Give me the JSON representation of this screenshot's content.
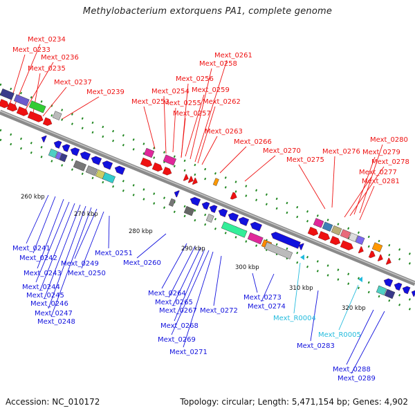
{
  "title": "Methylobacterium extorquens PA1, complete genome",
  "footer": {
    "accession": "Accession: NC_010172",
    "topology": "Topology: circular; Length: 5,471,154 bp; Genes: 4,902"
  },
  "colors": {
    "forward": "#ee1111",
    "reverse": "#1111dd",
    "rna": "#22bbdd",
    "backbone": "#888888",
    "ticks": "#228822"
  },
  "scale_labels": [
    "260 kbp",
    "270 kbp",
    "280 kbp",
    "290 kbp",
    "300 kbp",
    "310 kbp",
    "320 kbp"
  ],
  "top_labels": [
    "Mext_0234",
    "Mext_0233",
    "Mext_0236",
    "Mext_0235",
    "Mext_0237",
    "Mext_0239",
    "Mext_0261",
    "Mext_0258",
    "Mext_0256",
    "Mext_0254",
    "Mext_0259",
    "Mext_0253",
    "Mext_0255",
    "Mext_0262",
    "Mext_0257",
    "Mext_0263",
    "Mext_0266",
    "Mext_0270",
    "Mext_0276",
    "Mext_0275",
    "Mext_0280",
    "Mext_0279",
    "Mext_0278",
    "Mext_0277",
    "Mext_0281"
  ],
  "bottom_labels": [
    "Mext_0241",
    "Mext_0242",
    "Mext_0243",
    "Mext_0244",
    "Mext_0245",
    "Mext_0246",
    "Mext_0247",
    "Mext_0248",
    "Mext_0249",
    "Mext_0250",
    "Mext_0251",
    "Mext_0260",
    "Mext_0264",
    "Mext_0265",
    "Mext_0267",
    "Mext_0268",
    "Mext_0269",
    "Mext_0271",
    "Mext_0272",
    "Mext_0273",
    "Mext_0274",
    "Mext_0283",
    "Mext_0288",
    "Mext_0289"
  ],
  "rna_labels": [
    "Mext_R0004",
    "Mext_R0005"
  ]
}
